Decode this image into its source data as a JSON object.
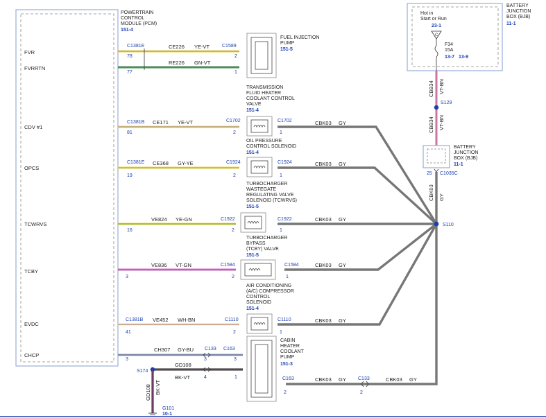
{
  "pcm": {
    "name_lines": [
      "POWERTRAIN",
      "CONTROL",
      "MODULE (PCM)"
    ],
    "ref": "151-4",
    "pins": [
      "FVR",
      "FVRRTN",
      "CDV #1",
      "OPCS",
      "TCWRVS",
      "TCBY",
      "EVDC",
      "CHCP"
    ]
  },
  "bjb_top": {
    "name_lines": [
      "BATTERY",
      "JUNCTION",
      "BOX (BJB)"
    ],
    "ref": "11-1",
    "hot_lines": [
      "Hot in",
      "Start or Run"
    ],
    "hot_ref": "23-1",
    "fuse_lines": [
      "F34",
      "15A"
    ],
    "fuse_ref_a": "13-7",
    "fuse_ref_b": "13-9"
  },
  "bjb_small": {
    "name_lines": [
      "BATTERY",
      "JUNCTION",
      "BOX (BJB)"
    ],
    "ref": "11-1",
    "pin": "25",
    "connector": "C1035C"
  },
  "wires": {
    "fvr": {
      "pcm_conn": "C1381E",
      "pcm_pin": "78",
      "circuit": "CE226",
      "color": "YE-VT",
      "dev_conn": "C1589",
      "dev_pin": "2"
    },
    "fvrrtn": {
      "pcm_pin": "77",
      "circuit": "RE226",
      "color": "GN-VT",
      "dev_pin": "1"
    },
    "cdv": {
      "pcm_conn": "C1381B",
      "pcm_pin": "81",
      "circuit": "CE171",
      "color": "YE-VT",
      "dev_conn": "C1702",
      "dev_pin": "2",
      "gnd_conn": "C1702",
      "gnd_pin": "1",
      "gnd_circuit": "CBK03",
      "gnd_color": "GY"
    },
    "opcs": {
      "pcm_conn": "C1381E",
      "pcm_pin": "19",
      "circuit": "CE368",
      "color": "GY-YE",
      "dev_conn": "C1924",
      "dev_pin": "2",
      "gnd_conn": "C1924",
      "gnd_pin": "1",
      "gnd_circuit": "CBK03",
      "gnd_color": "GY"
    },
    "tcwrvs": {
      "pcm_pin": "16",
      "circuit": "VE824",
      "color": "YE-GN",
      "dev_conn": "C1922",
      "dev_pin": "2",
      "gnd_conn": "C1922",
      "gnd_pin": "1",
      "gnd_circuit": "CBK03",
      "gnd_color": "GY"
    },
    "tcby": {
      "pcm_pin": "3",
      "circuit": "VE836",
      "color": "VT-GN",
      "dev_conn": "C1584",
      "dev_pin": "2",
      "gnd_conn": "C1584",
      "gnd_pin": "1",
      "gnd_circuit": "CBK03",
      "gnd_color": "GY"
    },
    "evdc": {
      "pcm_conn": "C1381B",
      "pcm_pin": "41",
      "circuit": "VE452",
      "color": "WH-BN",
      "dev_conn": "C1110",
      "dev_pin": "2",
      "gnd_conn": "C1110",
      "gnd_pin": "1",
      "gnd_circuit": "CBK03",
      "gnd_color": "GY"
    },
    "chcp": {
      "pcm_pin": "3",
      "circuit": "CH307",
      "color": "GY-BU",
      "inline_conn": "C133",
      "inline_pin": "3",
      "dev_conn": "C163",
      "dev_pin": "3"
    },
    "gd108": {
      "circuit": "GD108",
      "color": "BK-VT",
      "inline_pin": "4",
      "dev_pin": "1"
    },
    "s174": {
      "splice": "S174",
      "circuit": "GD108",
      "color": "BK-VT",
      "ground": "G101",
      "ground_ref": "10-1"
    },
    "pump_gnd": {
      "dev_conn": "C163",
      "dev_pin": "2",
      "circuit": "CBK03",
      "color": "GY",
      "inline_conn": "C133",
      "inline_pin": "2",
      "circuit2": "CBK03",
      "color2": "GY"
    },
    "feed": {
      "circuit": "CBB34",
      "color": "VT-BN",
      "splice": "S129",
      "circuit2": "CBB34",
      "color2": "VT-BN",
      "circuit3": "CBK03",
      "color3": "GY"
    },
    "s110": "S110"
  },
  "devices": {
    "fip": {
      "lines": [
        "FUEL INJECTION",
        "PUMP"
      ],
      "ref": "151-5"
    },
    "tfh": {
      "lines": [
        "TRANSMISSION",
        "FLUID HEATER",
        "COOLANT CONTROL",
        "VALVE"
      ],
      "ref": "151-4"
    },
    "opc": {
      "lines": [
        "OIL PRESSURE",
        "CONTROL SOLENOID"
      ],
      "ref": "151-4"
    },
    "twg": {
      "lines": [
        "TURBOCHARGER",
        "WASTEGATE",
        "REGULATING VALVE",
        "SOLENOID (TCWRVS)"
      ],
      "ref": "151-5"
    },
    "tby": {
      "lines": [
        "TURBOCHARGER",
        "BYPASS",
        "(TCBY) VALVE"
      ],
      "ref": "151-5"
    },
    "ac": {
      "lines": [
        "AIR CONDITIONING",
        "(A/C) COMPRESSOR",
        "CONTROL",
        "SOLENOID"
      ],
      "ref": "151-4"
    },
    "chp": {
      "lines": [
        "CABIN",
        "HEATER",
        "COOLANT",
        "PUMP"
      ],
      "ref": "151-3"
    }
  }
}
